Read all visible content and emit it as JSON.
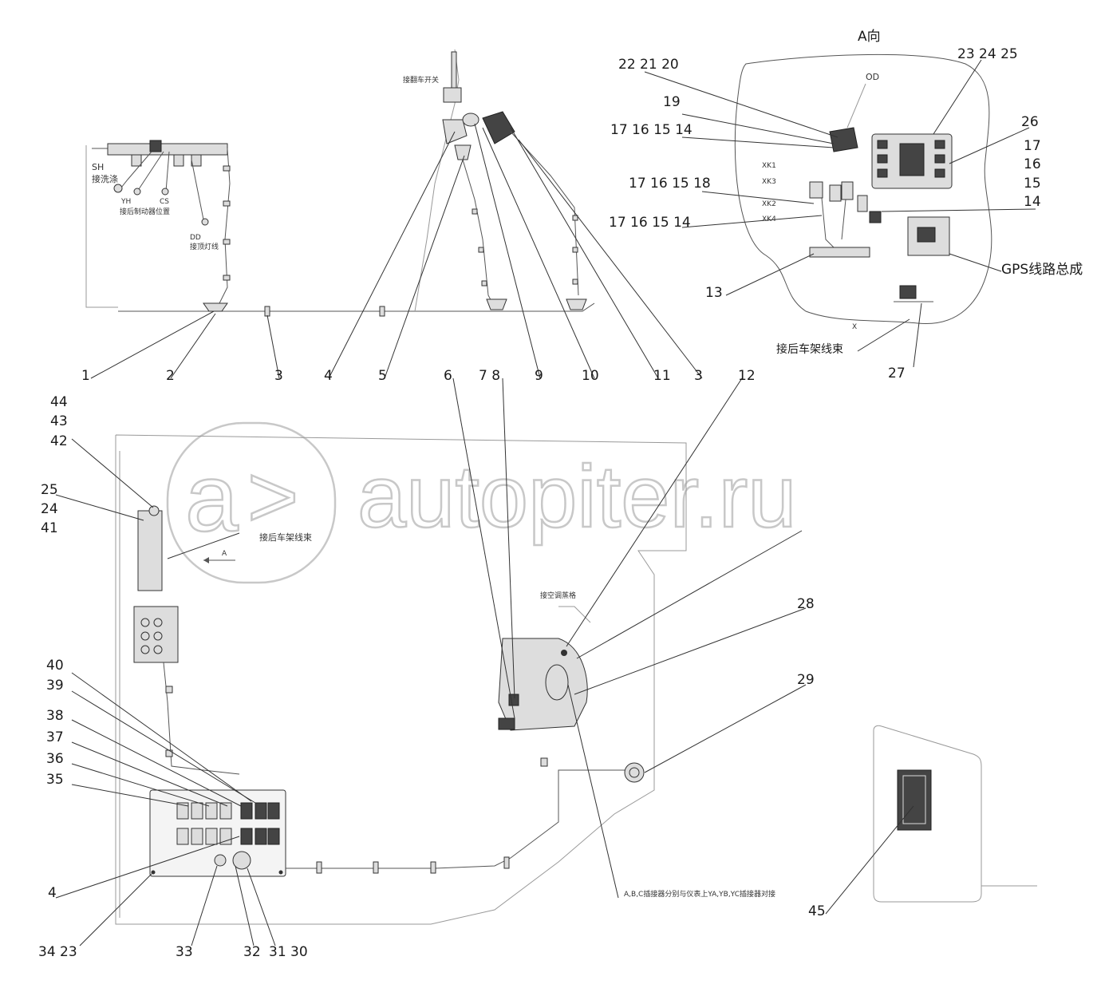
{
  "view_title": "A向",
  "watermark": "autopiter.ru",
  "callouts_top": {
    "c1": "1",
    "c2": "2",
    "c3a": "3",
    "c4": "4",
    "c5": "5",
    "c6": "6",
    "c7_8": "7 8",
    "c9": "9",
    "c10": "10",
    "c11": "11",
    "c3b": "3",
    "c12": "12"
  },
  "callouts_view_a": {
    "c22_21_20": "22 21 20",
    "c19": "19",
    "c17_16_15_14a": "17 16 15 14",
    "c17_16_15_18": "17 16 15 18",
    "c17_16_15_14b": "17 16 15 14",
    "c23_24_25": "23 24 25",
    "c26": "26",
    "c17": "17",
    "c16": "16",
    "c15": "15",
    "c14": "14",
    "c13": "13",
    "c27": "27",
    "gps": "GPS线路总成",
    "frame_harness": "接后车架线束"
  },
  "callouts_left": {
    "c44": "44",
    "c43": "43",
    "c42": "42",
    "c25": "25",
    "c24": "24",
    "c41": "41",
    "c40": "40",
    "c39": "39",
    "c38": "38",
    "c37": "37",
    "c36": "36",
    "c35": "35",
    "c4": "4",
    "c34_23": "34 23",
    "c33": "33",
    "c32": "32",
    "c31_30": "31 30"
  },
  "callouts_right": {
    "c28": "28",
    "c29": "29",
    "c45": "45"
  },
  "small_labels": {
    "sh": "SH",
    "sh_text": "接洗涤",
    "yh": "YH",
    "cs": "CS",
    "rear_lamp": "接后制动器位置",
    "dd": "DD",
    "dd_text": "接顶灯线",
    "hood_switch": "接翻车开关",
    "od": "OD",
    "xk1": "XK1",
    "xk3": "XK3",
    "xk2": "XK2",
    "xk4": "XK4",
    "x_mark": "X",
    "frame_harness_mid": "接后车架线束",
    "arrow_a": "A",
    "ac_box": "接空调蒸格",
    "abc_note": "A,B,C插接器分别与仪表上YA,YB,YC插接器对接"
  }
}
